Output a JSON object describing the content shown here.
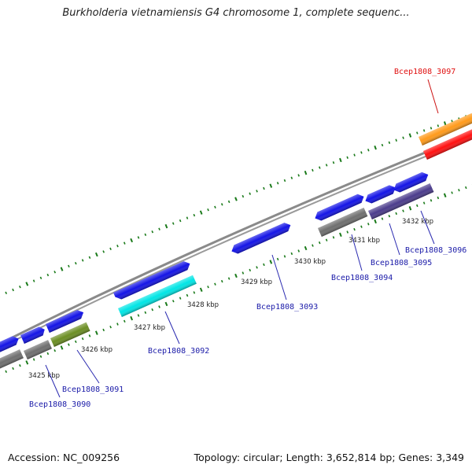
{
  "title": "Burkholderia vietnamiensis G4 chromosome 1, complete sequenc...",
  "footer": {
    "accession": "Accession: NC_009256",
    "summary": "Topology: circular; Length: 3,652,814 bp; Genes: 3,349"
  },
  "colors": {
    "backbone": "#8a8a8a",
    "ticks": "#1a7a1a",
    "gene_default": "#1414e6",
    "label_default": "#1a1aa8",
    "label_highlight": "#e01010",
    "leader": "#2a2ab0"
  },
  "kbp_labels": [
    "3425 kbp",
    "3426 kbp",
    "3427 kbp",
    "3428 kbp",
    "3429 kbp",
    "3430 kbp",
    "3431 kbp",
    "3432 kbp"
  ],
  "genes": [
    {
      "name": "Bcep1808_3090",
      "color": "#1414e6",
      "highlight": false
    },
    {
      "name": "Bcep1808_3091",
      "color": "#1414e6",
      "highlight": false
    },
    {
      "name": "Bcep1808_3092",
      "color": "#00e5e5",
      "highlight": false
    },
    {
      "name": "Bcep1808_3093",
      "color": "#1414e6",
      "highlight": false
    },
    {
      "name": "Bcep1808_3094",
      "color": "#1414e6",
      "highlight": false
    },
    {
      "name": "Bcep1808_3095",
      "color": "#1414e6",
      "highlight": false
    },
    {
      "name": "Bcep1808_3096",
      "color": "#1414e6",
      "highlight": false
    },
    {
      "name": "Bcep1808_3097",
      "color": "#ff0000",
      "highlight": true
    }
  ]
}
